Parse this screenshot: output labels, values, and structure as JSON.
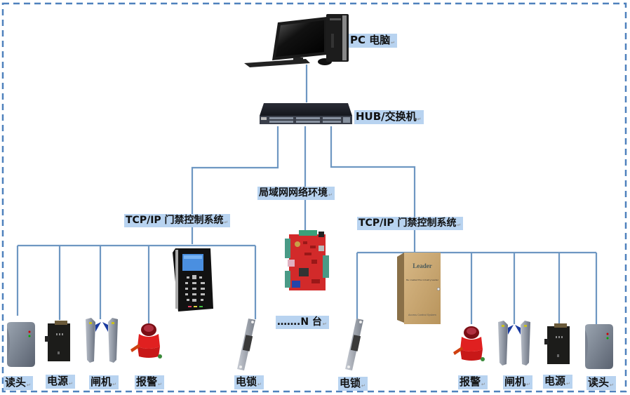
{
  "diagram": {
    "title": "TCP/IP 门禁控制系统网络拓扑",
    "nodes": {
      "pc": {
        "label": "PC 电脑",
        "icon": "desktop-computer-icon"
      },
      "hub": {
        "label": "HUB/交换机",
        "icon": "network-switch-icon"
      },
      "lan": {
        "label": "局域网网络环境",
        "icon": "controller-board-icon"
      },
      "left_system": {
        "label": "TCP/IP 门禁控制系统",
        "icon": "access-control-keypad-icon"
      },
      "right_system": {
        "label": "TCP/IP 门禁控制系统",
        "icon": "access-control-cabinet-icon"
      },
      "n_units": {
        "label": "…….N 台"
      }
    },
    "left_devices": [
      {
        "label": "读头",
        "icon": "card-reader-icon"
      },
      {
        "label": "电源",
        "icon": "power-supply-icon"
      },
      {
        "label": "闸机",
        "icon": "turnstile-gate-icon"
      },
      {
        "label": "报警",
        "icon": "alarm-siren-icon"
      },
      {
        "label": "电锁",
        "icon": "electric-lock-icon"
      }
    ],
    "right_devices": [
      {
        "label": "电锁",
        "icon": "electric-lock-icon"
      },
      {
        "label": "报警",
        "icon": "alarm-siren-icon"
      },
      {
        "label": "闸机",
        "icon": "turnstile-gate-icon"
      },
      {
        "label": "电源",
        "icon": "power-supply-icon"
      },
      {
        "label": "读头",
        "icon": "card-reader-icon"
      }
    ],
    "cabinet_text": {
      "brand": "Leader",
      "slogan": "Be created the industry leader",
      "footer": "Access Control System"
    },
    "colors": {
      "border": "#4f81bd",
      "line": "#6e97c2",
      "label_bg": "#b8d3f0"
    }
  }
}
